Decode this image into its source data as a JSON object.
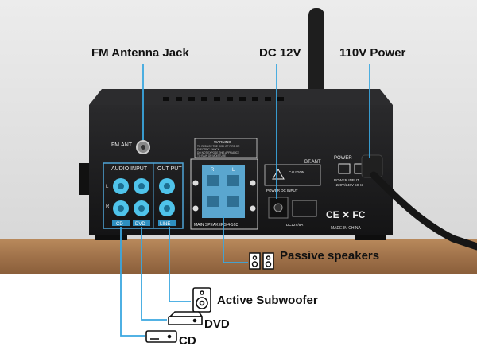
{
  "callouts": {
    "fm_antenna": "FM Antenna Jack",
    "dc_12v": "DC 12V",
    "power_110v": "110V Power",
    "passive_speakers": "Passive speakers",
    "active_subwoofer": "Active Subwoofer",
    "dvd": "DVD",
    "cd": "CD"
  },
  "panel": {
    "fm_ant": "FM.ANT",
    "audio_input": "AUDIO INPUT",
    "output": "OUT PUT",
    "warning": "WARNING",
    "warning_text_1": "TO REDUCE THE RISK OF FIRE OR",
    "warning_text_2": "ELECTRIC SHOCK",
    "warning_text_3": "DO NOT EXPOSE THIS APPLIANCE",
    "warning_text_4": "TO RAIN OR MOISTURE",
    "caution": "CAUTION",
    "bt_ant": "BT.ANT",
    "power": "POWER",
    "power_input_1": "POWER INPUT",
    "power_input_2": "~220V/240V 50Hz",
    "power_dc_input": "POWER DC INPUT",
    "dc_rating": "DC12V/5A",
    "main_speakers": "MAIN SPEAKERS 4-16Ω",
    "made_in": "MADE IN CHINA",
    "ce_fc": "CE ✕ FC",
    "ch_l": "L",
    "ch_r": "R",
    "cd_tag": "CD",
    "dvd_tag": "DVD",
    "line_tag": "LINE"
  },
  "colors": {
    "accent_blue": "#3aa7e0",
    "jack_blue": "#4fc3ea",
    "terminal_blue": "#5aa6cf",
    "chassis": "#1c1c1e",
    "shelf": "#a0724a"
  }
}
